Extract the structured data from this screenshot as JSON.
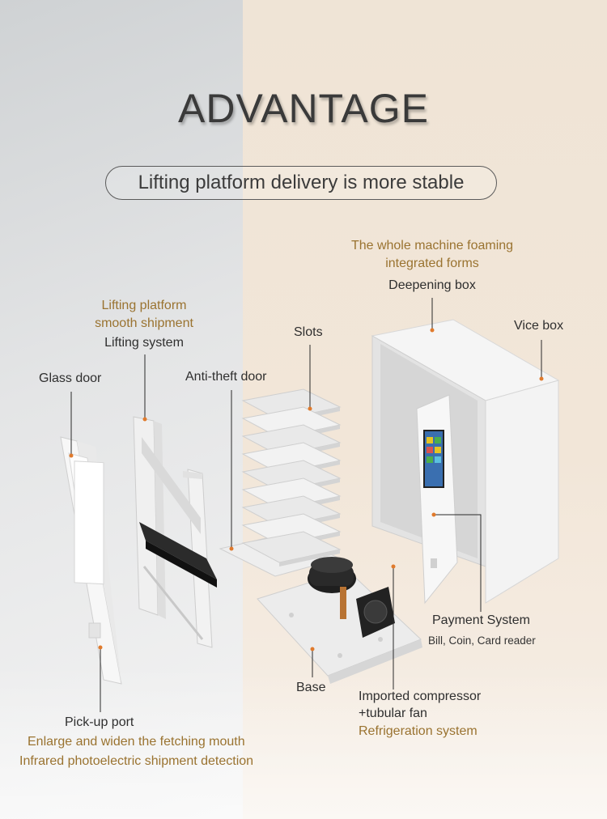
{
  "title": "ADVANTAGE",
  "subtitle": "Lifting platform delivery is more stable",
  "labels": {
    "foaming_line1": "The whole machine foaming",
    "foaming_line2": "integrated forms",
    "deepening_box": "Deepening box",
    "vice_box": "Vice box",
    "lifting_gold1": "Lifting platform",
    "lifting_gold2": "smooth shipment",
    "lifting_system": "Lifting system",
    "slots": "Slots",
    "glass_door": "Glass door",
    "anti_theft_door": "Anti-theft door",
    "payment_system": "Payment System",
    "payment_sub": "Bill, Coin, Card reader",
    "base": "Base",
    "compressor_line1": "Imported compressor",
    "compressor_line2": "+tubular fan",
    "refrigeration": "Refrigeration system",
    "pickup_port": "Pick-up port",
    "pickup_gold1": "Enlarge and widen the fetching mouth",
    "pickup_gold2": "Infrared photoelectric shipment detection"
  },
  "colors": {
    "accent_gold": "#9a7330",
    "marker_orange": "#e07a2c",
    "text_dark": "#2f2f2f"
  }
}
